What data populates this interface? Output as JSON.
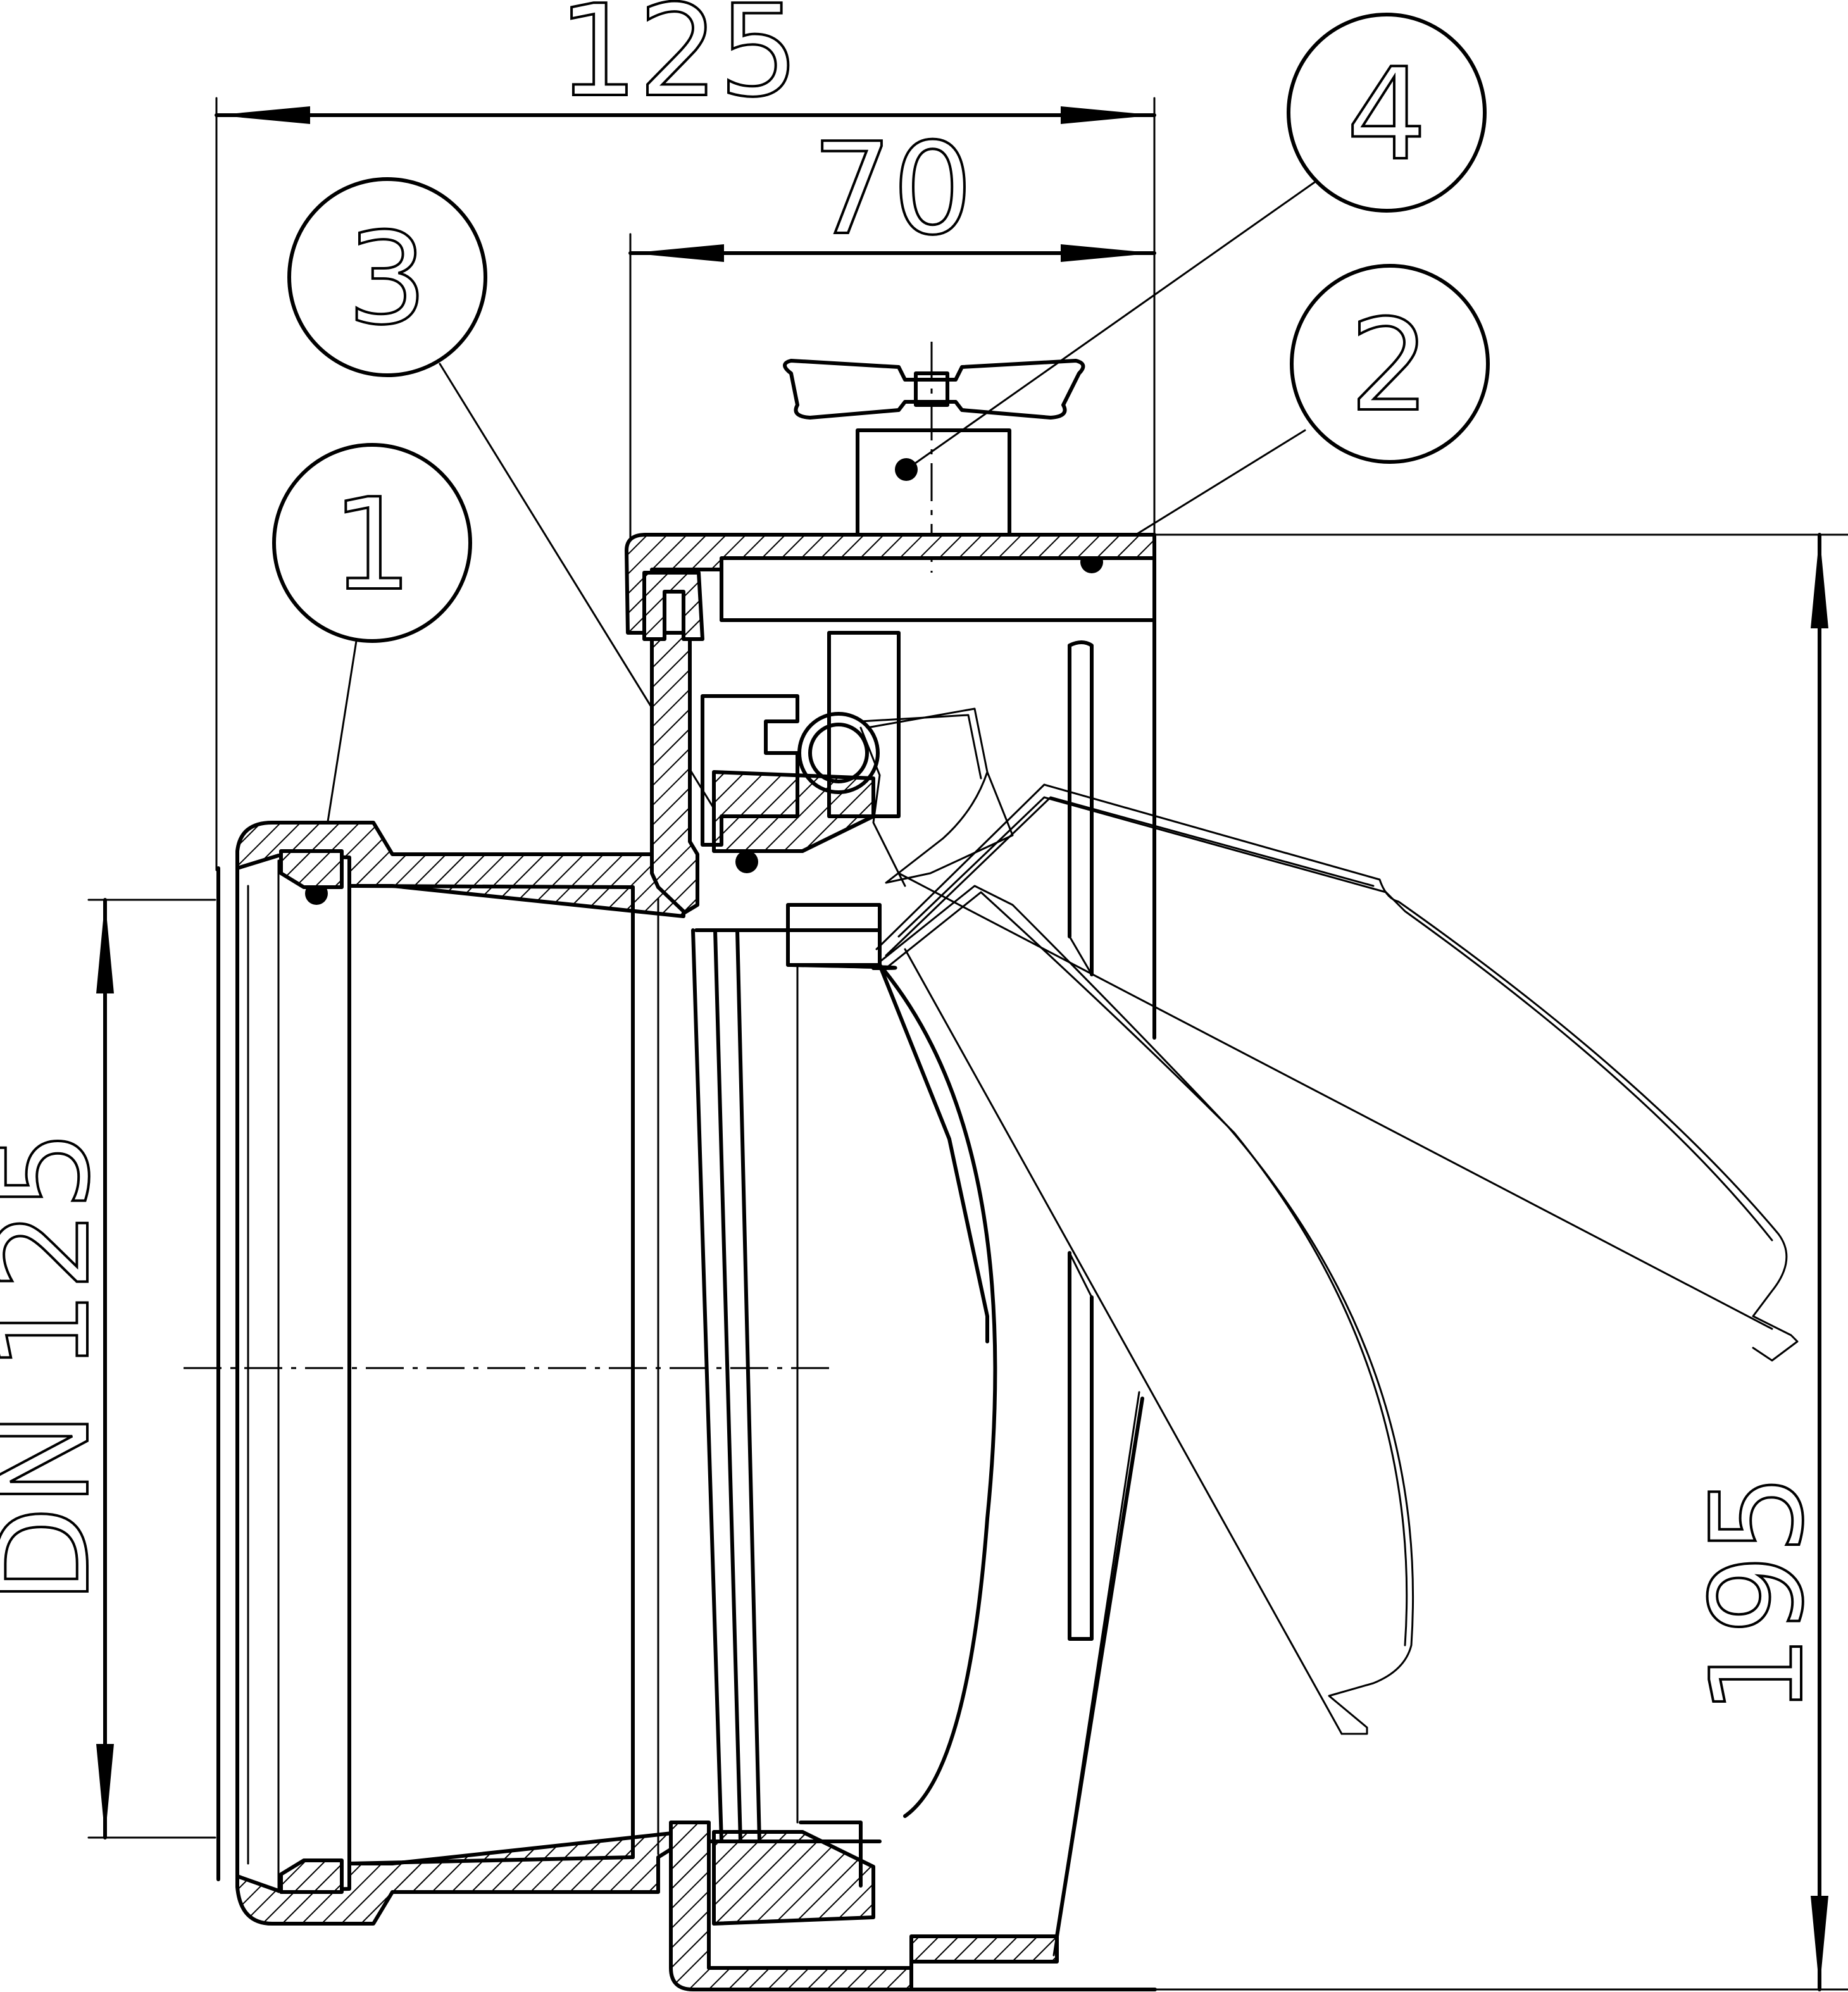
{
  "dimensions": {
    "overall_width": "125",
    "outlet_width": "70",
    "nominal_diameter": "DN 125",
    "height": "195"
  },
  "callouts": [
    {
      "label": "1"
    },
    {
      "label": "2"
    },
    {
      "label": "3"
    },
    {
      "label": "4"
    }
  ]
}
